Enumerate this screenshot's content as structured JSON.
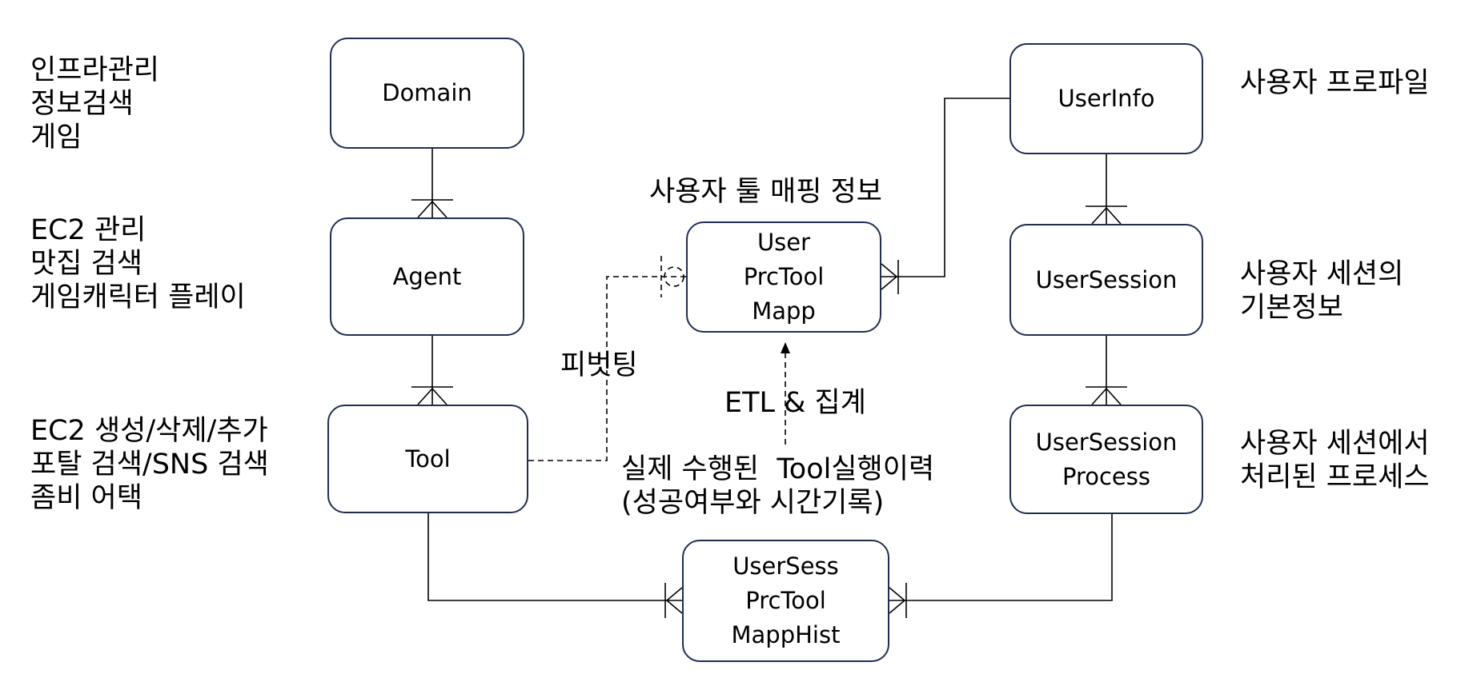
{
  "entities": {
    "domain": "Domain",
    "agent": "Agent",
    "tool": "Tool",
    "user_prc_tool_mapp": [
      "User",
      "PrcTool",
      "Mapp"
    ],
    "userinfo": "UserInfo",
    "usersession": "UserSession",
    "usersession_process": [
      "UserSession",
      "Process"
    ],
    "usersess_prctool_mapphist": [
      "UserSess",
      "PrcTool",
      "MappHist"
    ]
  },
  "annotations": {
    "domain_examples": [
      "인프라관리",
      "정보검색",
      "게임"
    ],
    "agent_examples": [
      "EC2 관리",
      "맛집 검색",
      "게임캐릭터 플레이"
    ],
    "tool_examples": [
      "EC2 생성/삭제/추가",
      "포탈 검색/SNS 검색",
      "좀비 어택"
    ],
    "mapping_title": "사용자 툴 매핑 정보",
    "pivoting": "피벗팅",
    "etl": "ETL & 집계",
    "history_desc": [
      "실제 수행된  Tool실행이력",
      "(성공여부와 시간기록)"
    ],
    "userinfo_desc": "사용자 프로파일",
    "usersession_desc": [
      "사용자 세션의",
      "기본정보"
    ],
    "process_desc": [
      "사용자 세션에서",
      "처리된 프로세스"
    ]
  },
  "colors": {
    "border": "#1f2e4f",
    "line": "#000000",
    "background": "#ffffff"
  }
}
